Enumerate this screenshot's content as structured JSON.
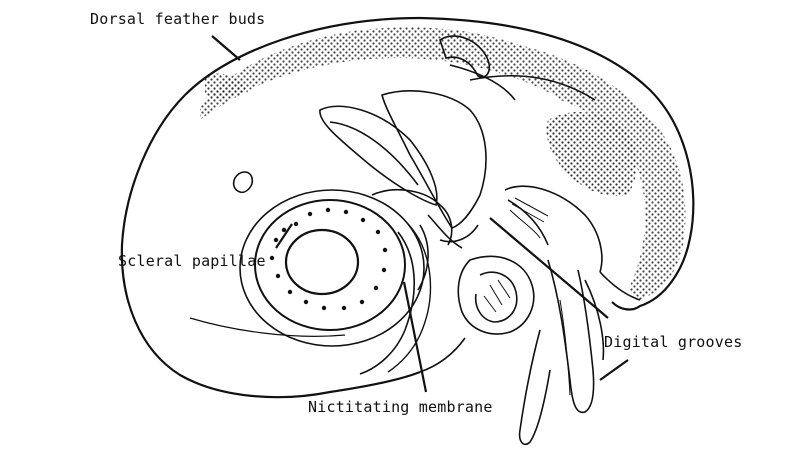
{
  "labels": {
    "dorsal_feather_buds": "Dorsal feather buds",
    "scleral_papillae": "Scleral papillae",
    "digital_grooves": "Digital grooves",
    "nictitating_membrane": "Nictitating membrane"
  },
  "colors": {
    "ink": "#111111",
    "background": "#ffffff"
  }
}
